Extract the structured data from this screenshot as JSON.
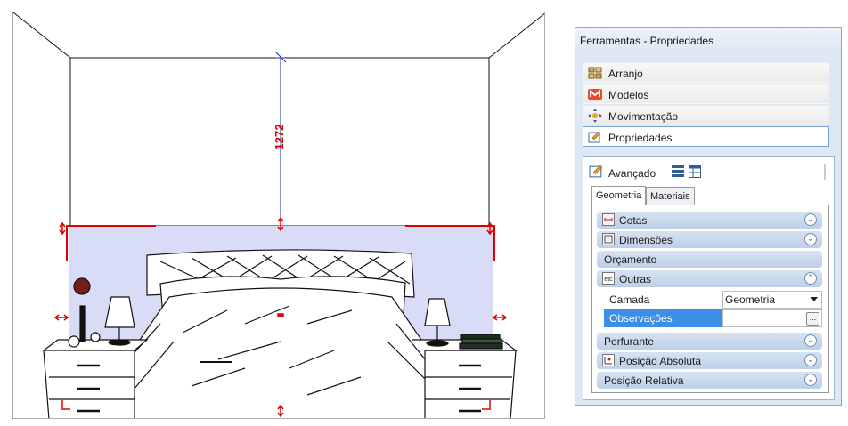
{
  "drawing": {
    "dimension_value": "1272"
  },
  "panel": {
    "title": "Ferramentas - Propriedades",
    "nav_items": [
      {
        "label": "Arranjo",
        "icon": "arrangement-icon"
      },
      {
        "label": "Modelos",
        "icon": "models-icon"
      },
      {
        "label": "Movimentação",
        "icon": "move-icon"
      },
      {
        "label": "Propriedades",
        "icon": "properties-icon"
      }
    ],
    "advanced": {
      "label": "Avançado",
      "view_buttons": [
        "list-view-icon",
        "table-view-icon"
      ],
      "tabs": [
        {
          "label": "Geometria",
          "active": true
        },
        {
          "label": "Materiais",
          "active": false
        }
      ],
      "sections": [
        {
          "label": "Cotas",
          "icon": "dimension-icon",
          "expanded": false
        },
        {
          "label": "Dimensões",
          "icon": "size-icon",
          "expanded": false
        },
        {
          "label": "Orçamento",
          "icon": "",
          "expanded": false
        },
        {
          "label": "Outras",
          "icon": "etc-icon",
          "expanded": true
        },
        {
          "label": "Perfurante",
          "icon": "",
          "expanded": false
        },
        {
          "label": "Posição Absoluta",
          "icon": "position-icon",
          "expanded": false
        },
        {
          "label": "Posição Relativa",
          "icon": "",
          "expanded": false
        }
      ],
      "properties": [
        {
          "key": "Camada",
          "value": "Geometria",
          "editor": "dropdown"
        },
        {
          "key": "Observações",
          "value": "",
          "editor": "ellipsis",
          "ellipsis_label": "..."
        }
      ]
    }
  },
  "colors": {
    "selection_fill": "#d9dcf7",
    "selection_edge": "#e00000",
    "dimension_line": "#1d2fb5",
    "accent_row": "#3d8ee6"
  }
}
